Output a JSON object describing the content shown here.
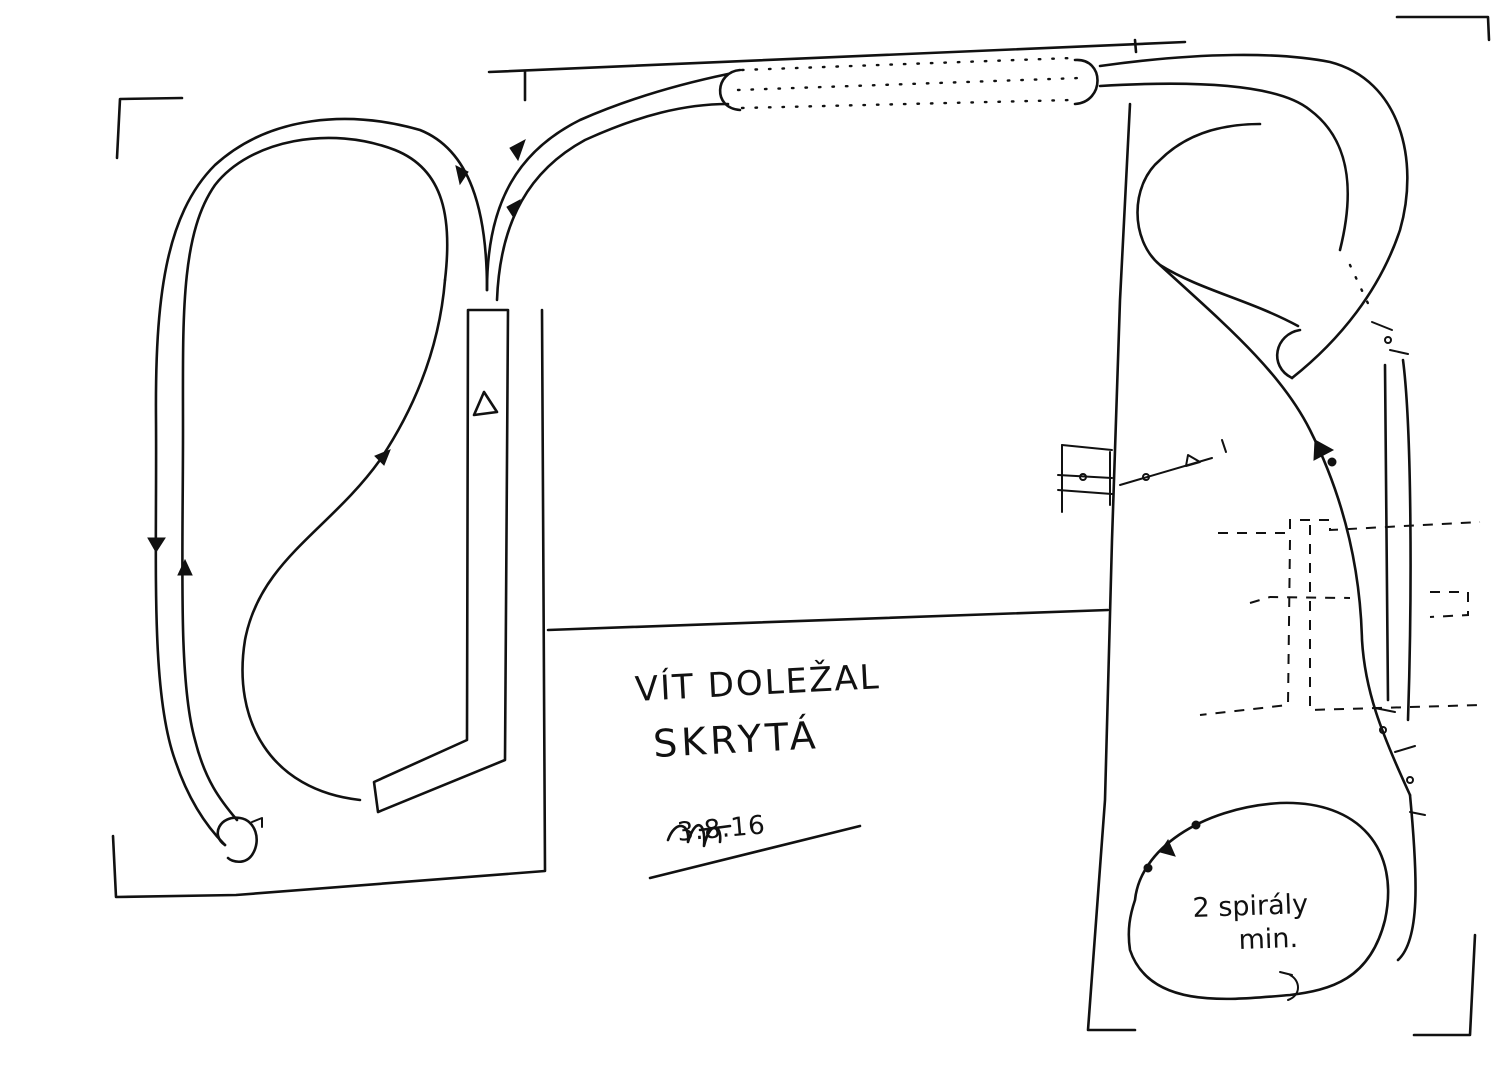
{
  "author": "VÍT DOLEŽAL",
  "label": "SKRYTÁ",
  "date": "3.8.16",
  "spiral_note": {
    "line1": "2 spirály",
    "line2": "min."
  },
  "ink_color": "#111111",
  "paper_color": "#ffffff"
}
